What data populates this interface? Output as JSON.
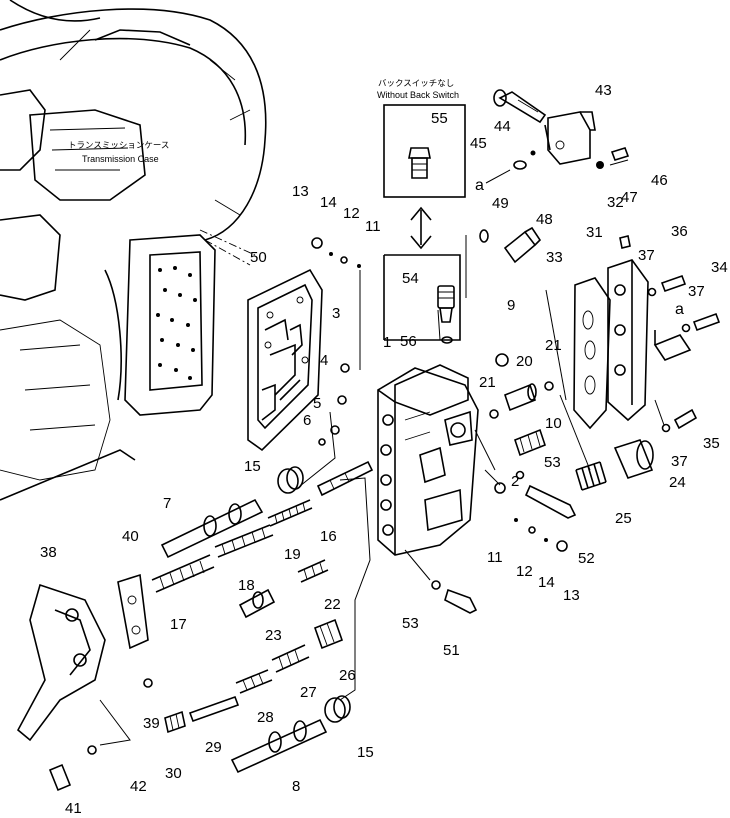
{
  "diagram": {
    "labels": {
      "without_back_switch_jp": "バックスイッチなし",
      "without_back_switch_en": "Without Back Switch",
      "transmission_case_jp": "トランスミッションケース",
      "transmission_case_en": "Transmission Case",
      "ref_a_left": "a",
      "ref_a_right": "a"
    },
    "callouts": {
      "p1": "1",
      "p2": "2",
      "p3": "3",
      "p4": "4",
      "p5": "5",
      "p6": "6",
      "p7": "7",
      "p8": "8",
      "p9": "9",
      "p10": "10",
      "p11a": "11",
      "p11b": "11",
      "p12a": "12",
      "p12b": "12",
      "p13a": "13",
      "p13b": "13",
      "p14a": "14",
      "p14b": "14",
      "p15a": "15",
      "p15b": "15",
      "p16": "16",
      "p17": "17",
      "p18": "18",
      "p19": "19",
      "p20": "20",
      "p21a": "21",
      "p21b": "21",
      "p22": "22",
      "p23": "23",
      "p24": "24",
      "p25": "25",
      "p26": "26",
      "p27": "27",
      "p28": "28",
      "p29": "29",
      "p30": "30",
      "p31": "31",
      "p32": "32",
      "p33": "33",
      "p34": "34",
      "p35": "35",
      "p36": "36",
      "p37a": "37",
      "p37b": "37",
      "p37c": "37",
      "p38": "38",
      "p39": "39",
      "p40": "40",
      "p41": "41",
      "p42": "42",
      "p43": "43",
      "p44": "44",
      "p45": "45",
      "p46": "46",
      "p47": "47",
      "p48": "48",
      "p49": "49",
      "p50": "50",
      "p51": "51",
      "p52": "52",
      "p53a": "53",
      "p53b": "53",
      "p54": "54",
      "p55": "55",
      "p56": "56"
    }
  }
}
